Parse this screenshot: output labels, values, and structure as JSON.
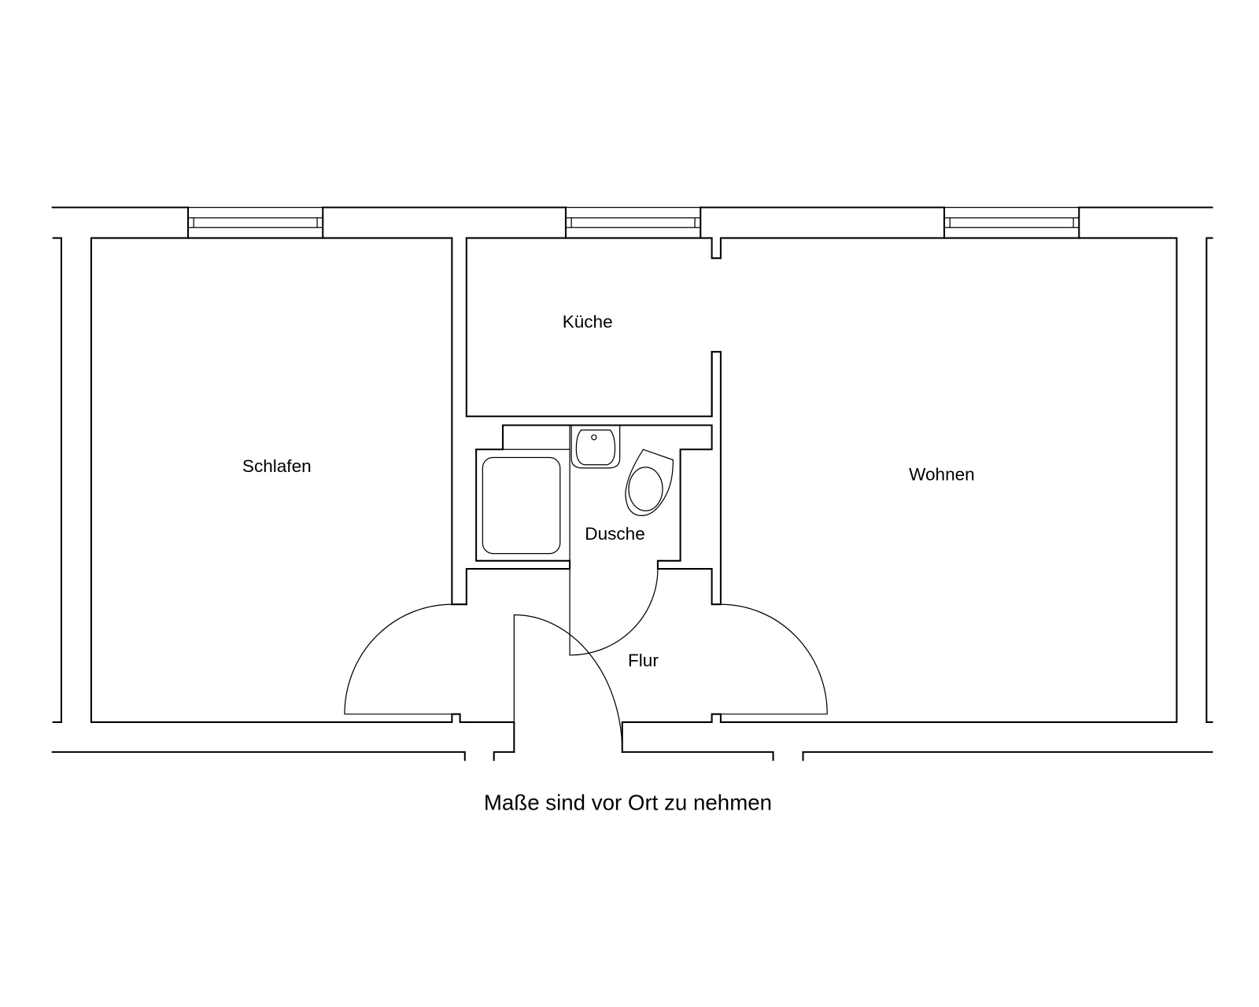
{
  "plan": {
    "rooms": {
      "kueche": "Küche",
      "schlafen": "Schlafen",
      "wohnen": "Wohnen",
      "dusche": "Dusche",
      "flur": "Flur"
    },
    "note": "Maße sind vor Ort zu nehmen"
  },
  "colors": {
    "line": "#000000",
    "background": "#ffffff"
  }
}
